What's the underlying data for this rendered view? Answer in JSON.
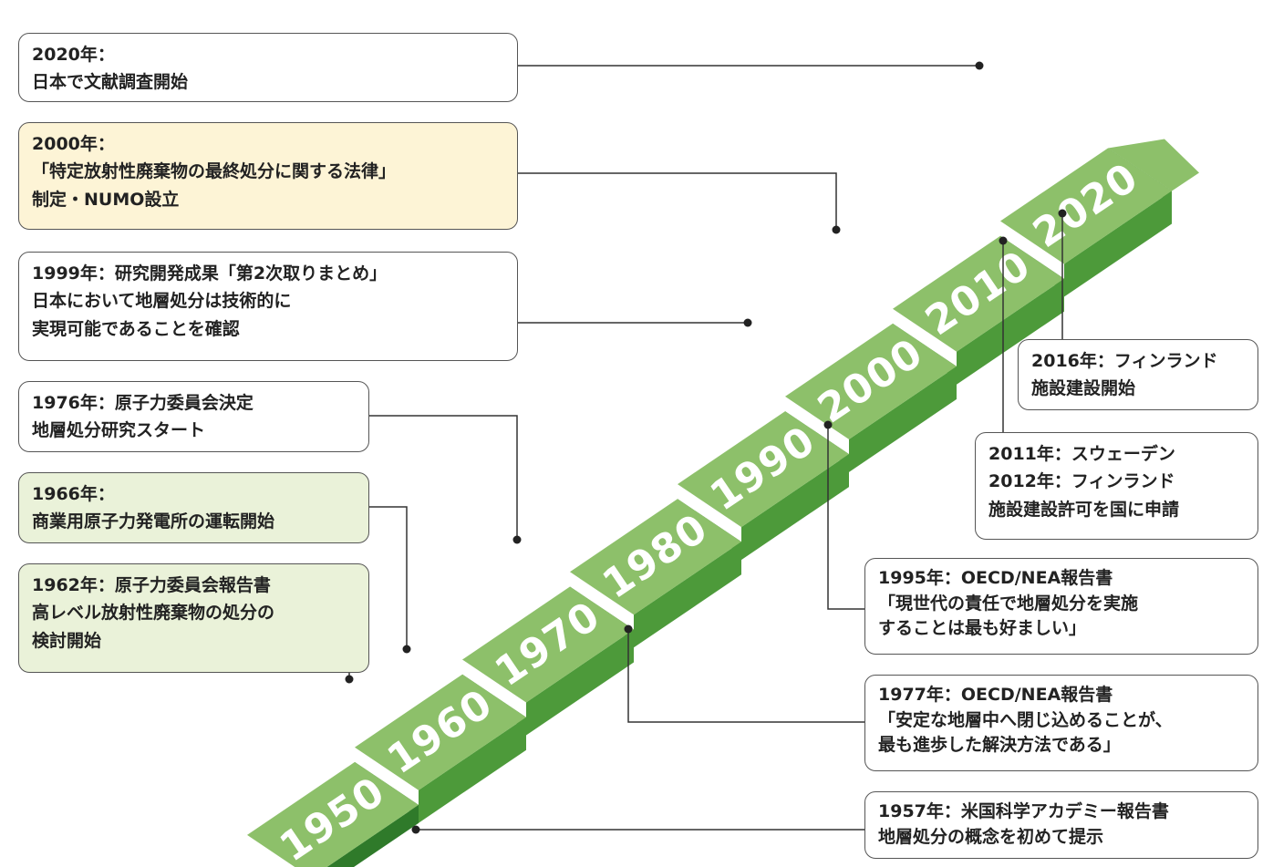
{
  "staircase": {
    "decades": [
      "1950",
      "1960",
      "1970",
      "1980",
      "1990",
      "2000",
      "2010",
      "2020"
    ],
    "colors": {
      "top": "#8dc06a",
      "riser": "#4d9a3a",
      "side": "#2f7a2a",
      "line": "#333333"
    }
  },
  "events_left": [
    {
      "lines": [
        "2020年：",
        "日本で文献調査開始"
      ],
      "style": "white"
    },
    {
      "lines": [
        "2000年：",
        "「特定放射性廃棄物の最終処分に関する法律」",
        "制定・NUMO設立"
      ],
      "style": "yellow"
    },
    {
      "lines": [
        "1999年：研究開発成果「第2次取りまとめ」",
        "日本において地層処分は技術的に",
        "実現可能であることを確認"
      ],
      "style": "white"
    },
    {
      "lines": [
        "1976年：原子力委員会決定",
        "地層処分研究スタート"
      ],
      "style": "white"
    },
    {
      "lines": [
        "1966年：",
        "商業用原子力発電所の運転開始"
      ],
      "style": "green"
    },
    {
      "lines": [
        "1962年：原子力委員会報告書",
        "高レベル放射性廃棄物の処分の",
        "検討開始"
      ],
      "style": "green"
    }
  ],
  "events_right": [
    {
      "lines": [
        "2016年：フィンランド",
        "施設建設開始"
      ],
      "style": "white"
    },
    {
      "lines": [
        "2011年：スウェーデン",
        "2012年：フィンランド",
        "施設建設許可を国に申請"
      ],
      "style": "white"
    },
    {
      "lines": [
        "1995年：OECD/NEA報告書",
        "「現世代の責任で地層処分を実施",
        "することは最も好ましい」"
      ],
      "style": "white"
    },
    {
      "lines": [
        "1977年：OECD/NEA報告書",
        "「安定な地層中へ閉じ込めることが、",
        "最も進歩した解決方法である」"
      ],
      "style": "white"
    },
    {
      "lines": [
        "1957年：米国科学アカデミー報告書",
        "地層処分の概念を初めて提示"
      ],
      "style": "white"
    }
  ]
}
